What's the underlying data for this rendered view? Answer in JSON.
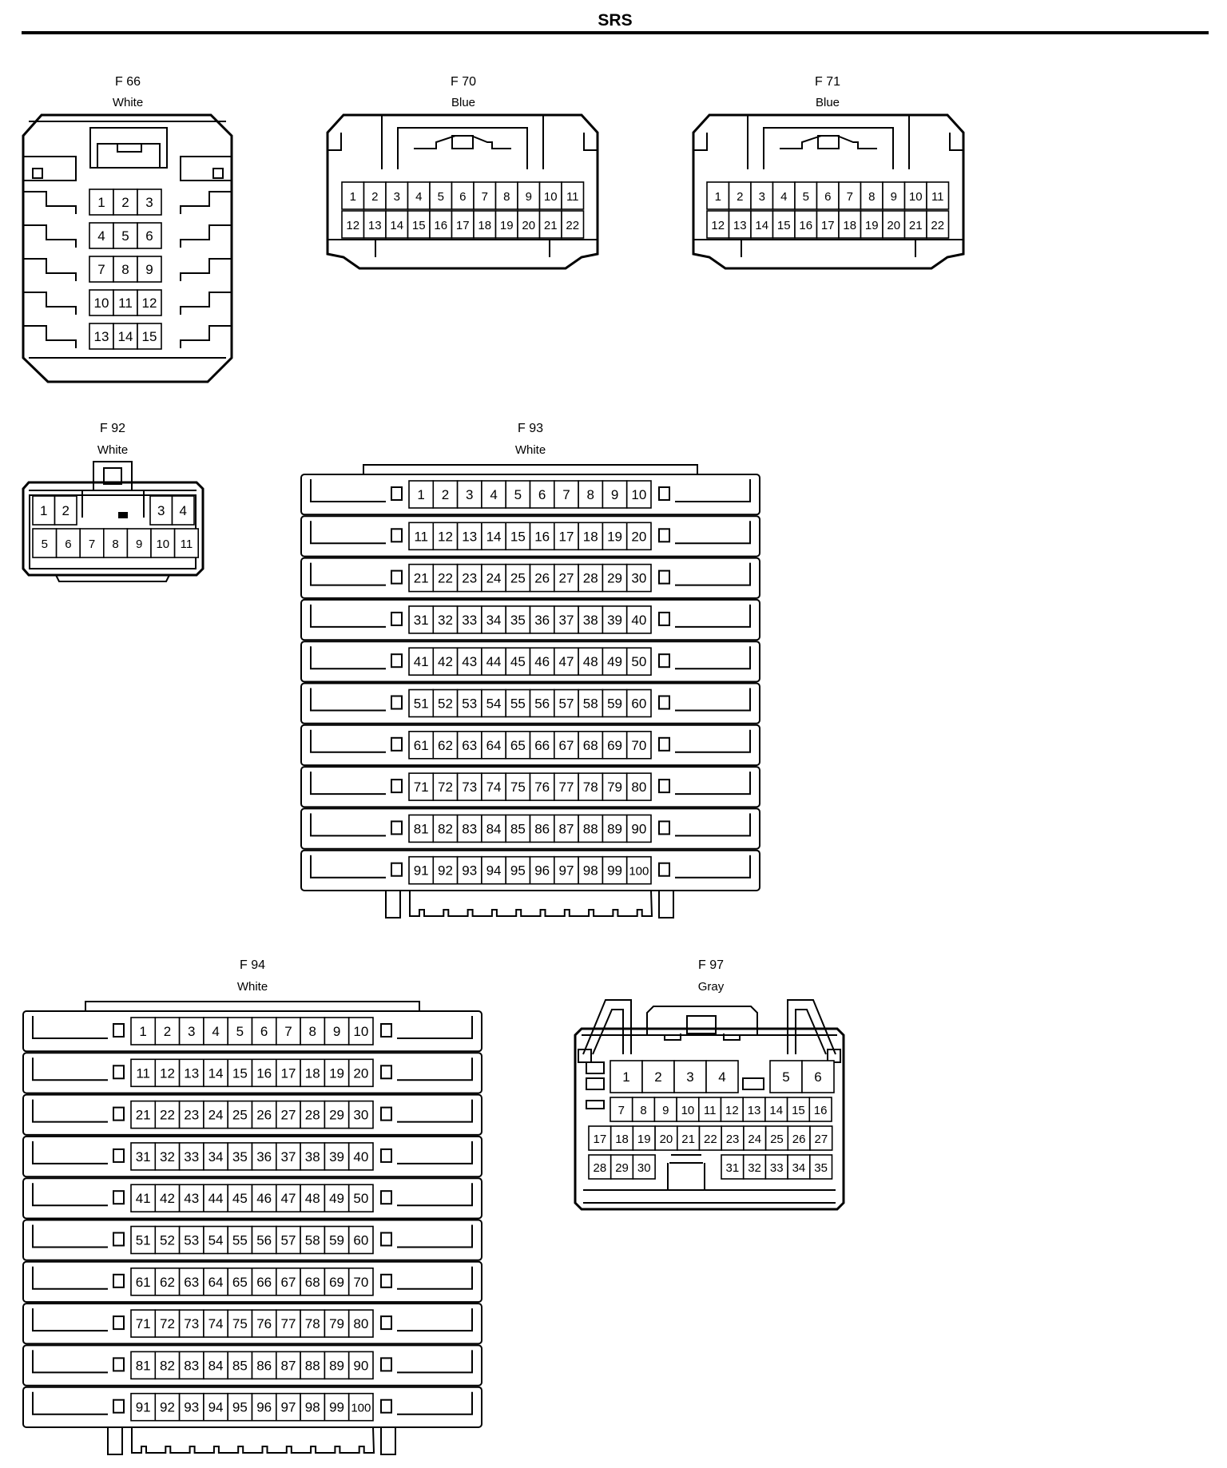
{
  "page": {
    "title": "SRS"
  },
  "connectors": {
    "f66": {
      "id": "F 66",
      "color": "White",
      "rows": [
        [
          "1",
          "2",
          "3"
        ],
        [
          "4",
          "5",
          "6"
        ],
        [
          "7",
          "8",
          "9"
        ],
        [
          "10",
          "11",
          "12"
        ],
        [
          "13",
          "14",
          "15"
        ]
      ]
    },
    "f70": {
      "id": "F 70",
      "color": "Blue",
      "rows": [
        [
          "1",
          "2",
          "3",
          "4",
          "5",
          "6",
          "7",
          "8",
          "9",
          "10",
          "11"
        ],
        [
          "12",
          "13",
          "14",
          "15",
          "16",
          "17",
          "18",
          "19",
          "20",
          "21",
          "22"
        ]
      ]
    },
    "f71": {
      "id": "F 71",
      "color": "Blue",
      "rows": [
        [
          "1",
          "2",
          "3",
          "4",
          "5",
          "6",
          "7",
          "8",
          "9",
          "10",
          "11"
        ],
        [
          "12",
          "13",
          "14",
          "15",
          "16",
          "17",
          "18",
          "19",
          "20",
          "21",
          "22"
        ]
      ]
    },
    "f92": {
      "id": "F 92",
      "color": "White",
      "rows": [
        [
          "1",
          "2",
          "3",
          "4"
        ],
        [
          "5",
          "6",
          "7",
          "8",
          "9",
          "10",
          "11"
        ]
      ]
    },
    "f93": {
      "id": "F 93",
      "color": "White",
      "pin_count": 100
    },
    "f94": {
      "id": "F 94",
      "color": "White",
      "pin_count": 100
    },
    "f97": {
      "id": "F 97",
      "color": "Gray",
      "rows": [
        [
          "1",
          "2",
          "3",
          "4",
          "5",
          "6"
        ],
        [
          "7",
          "8",
          "9",
          "10",
          "11",
          "12",
          "13",
          "14",
          "15",
          "16"
        ],
        [
          "17",
          "18",
          "19",
          "20",
          "21",
          "22",
          "23",
          "24",
          "25",
          "26",
          "27"
        ],
        [
          "28",
          "29",
          "30",
          "31",
          "32",
          "33",
          "34",
          "35"
        ]
      ]
    }
  }
}
